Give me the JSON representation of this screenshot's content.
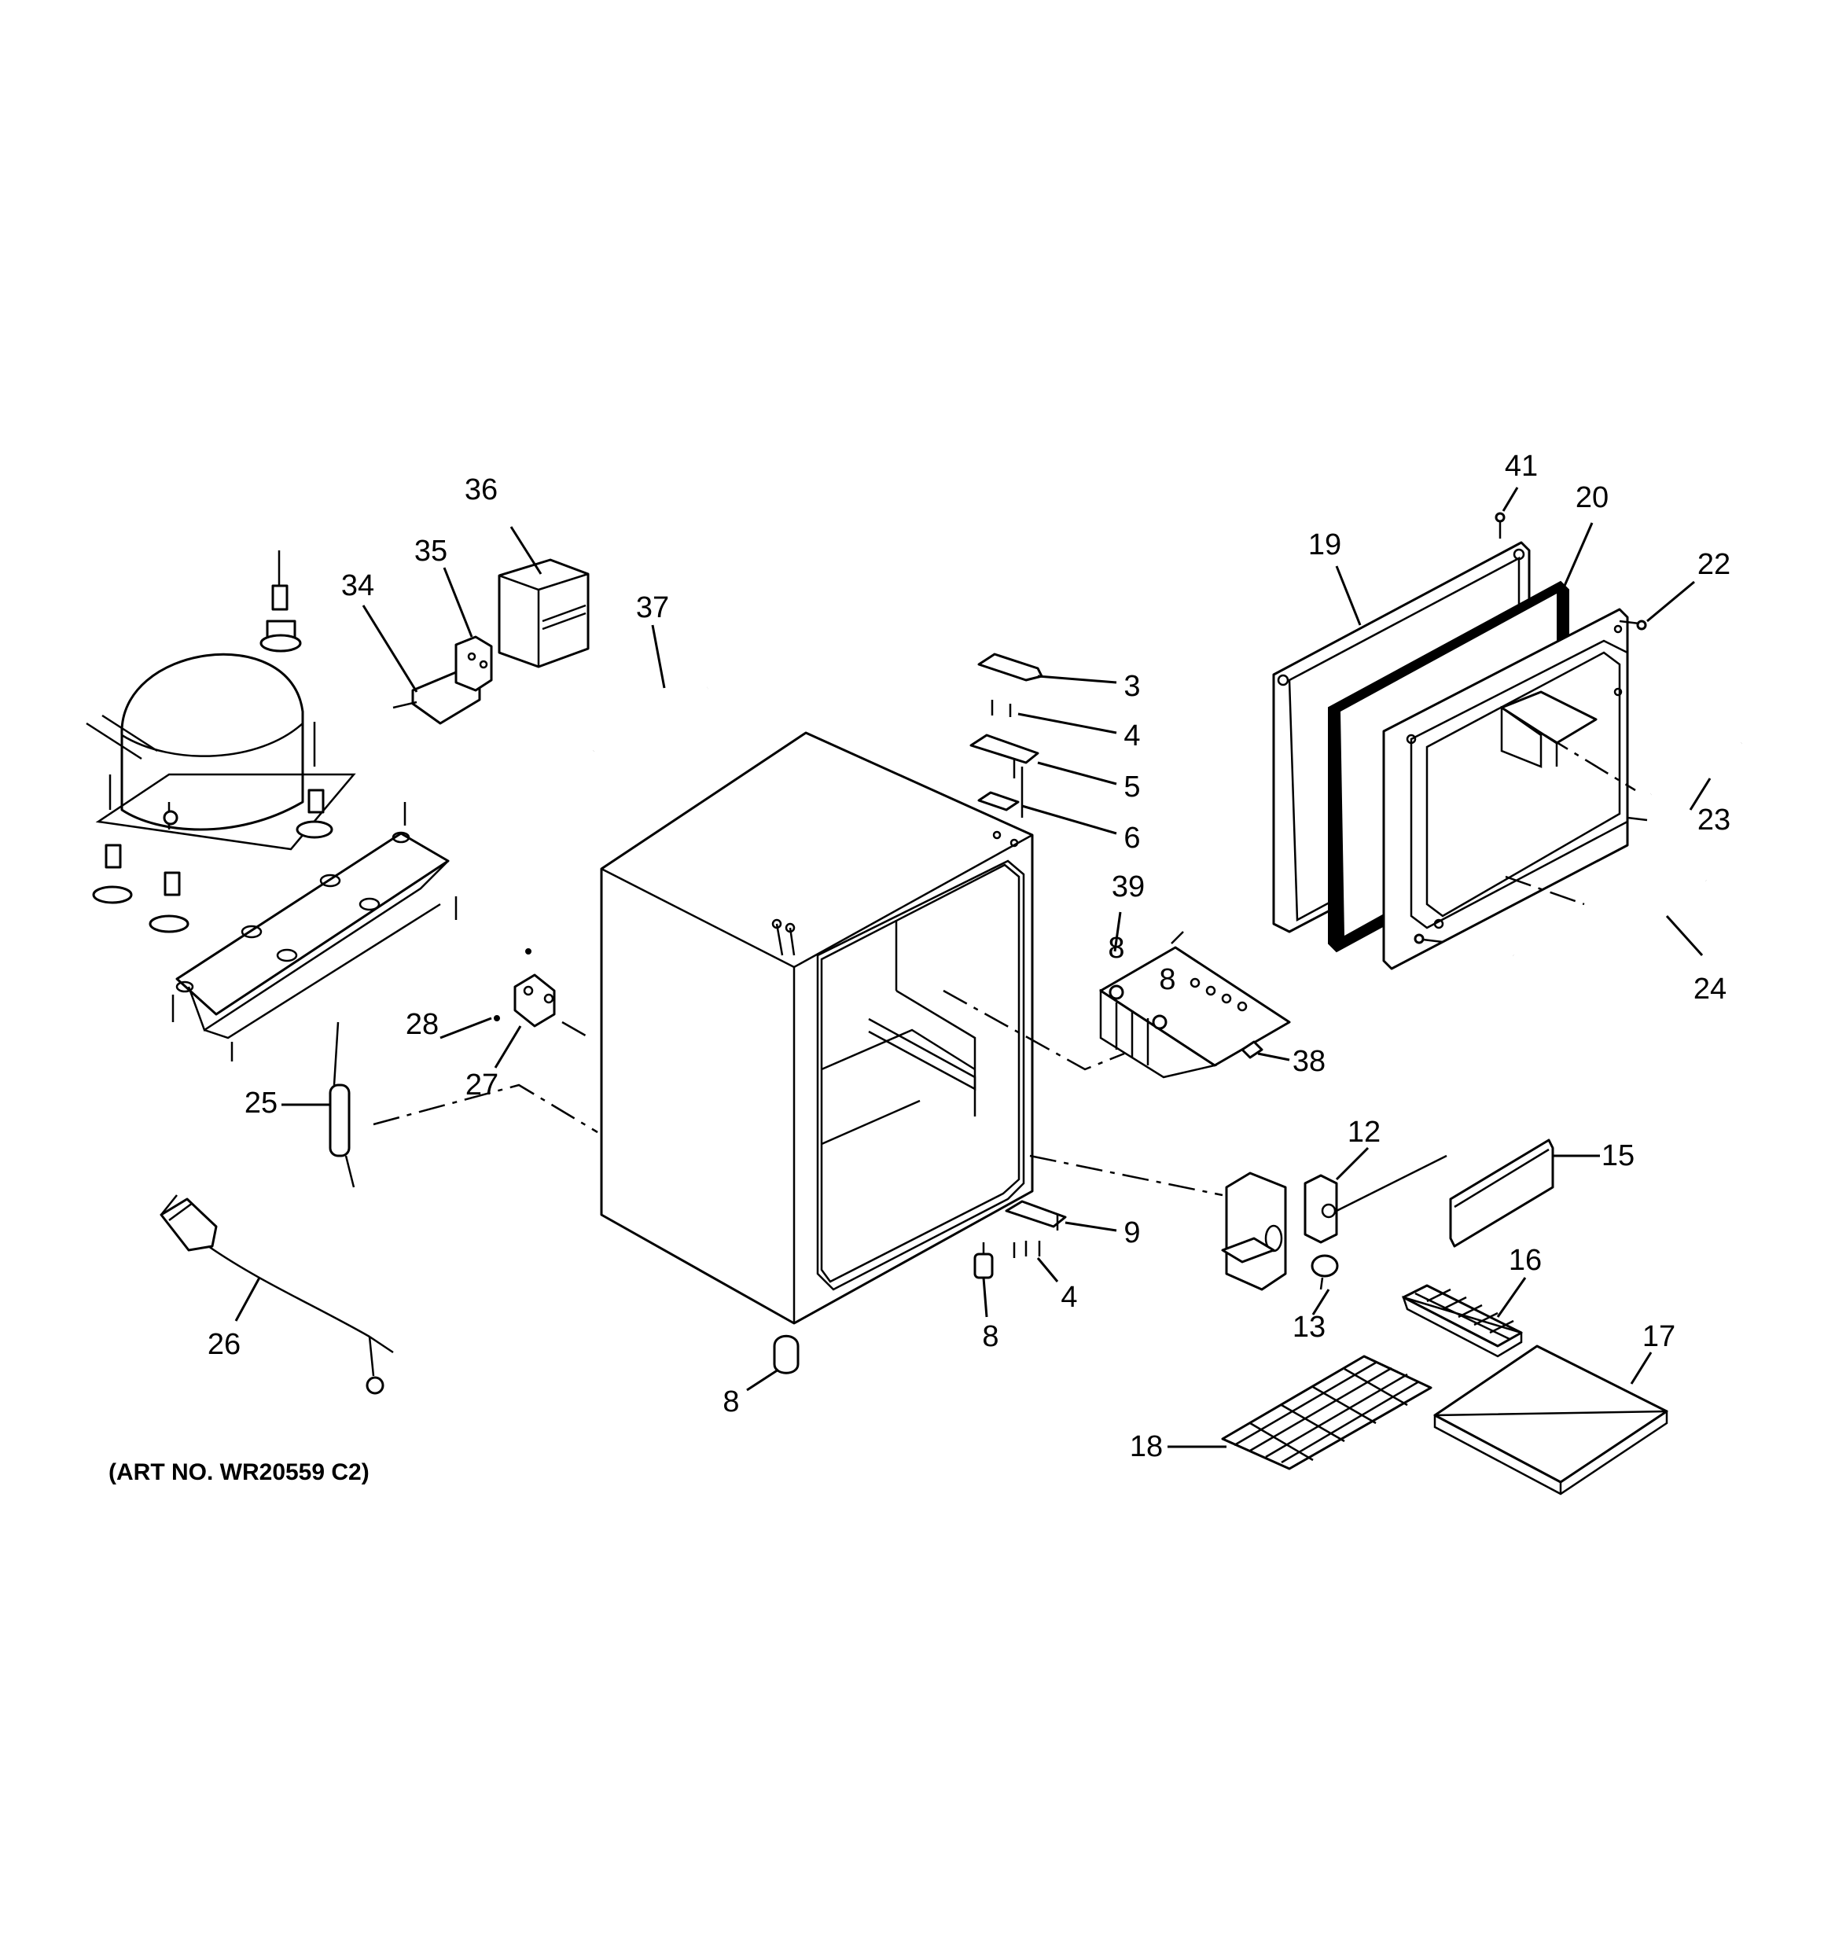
{
  "diagram": {
    "art_number": "(ART NO. WR20559 C2)",
    "labels": {
      "l3": "3",
      "l4a": "4",
      "l4b": "4",
      "l5": "5",
      "l6": "6",
      "l8a": "8",
      "l8b": "8",
      "l8c": "8",
      "l8d": "8",
      "l9": "9",
      "l12": "12",
      "l13": "13",
      "l15": "15",
      "l16": "16",
      "l17": "17",
      "l18": "18",
      "l19": "19",
      "l20": "20",
      "l22": "22",
      "l23": "23",
      "l24": "24",
      "l25": "25",
      "l26": "26",
      "l27": "27",
      "l28": "28",
      "l34": "34",
      "l35": "35",
      "l36": "36",
      "l37": "37",
      "l38": "38",
      "l39": "39",
      "l41": "41"
    }
  }
}
